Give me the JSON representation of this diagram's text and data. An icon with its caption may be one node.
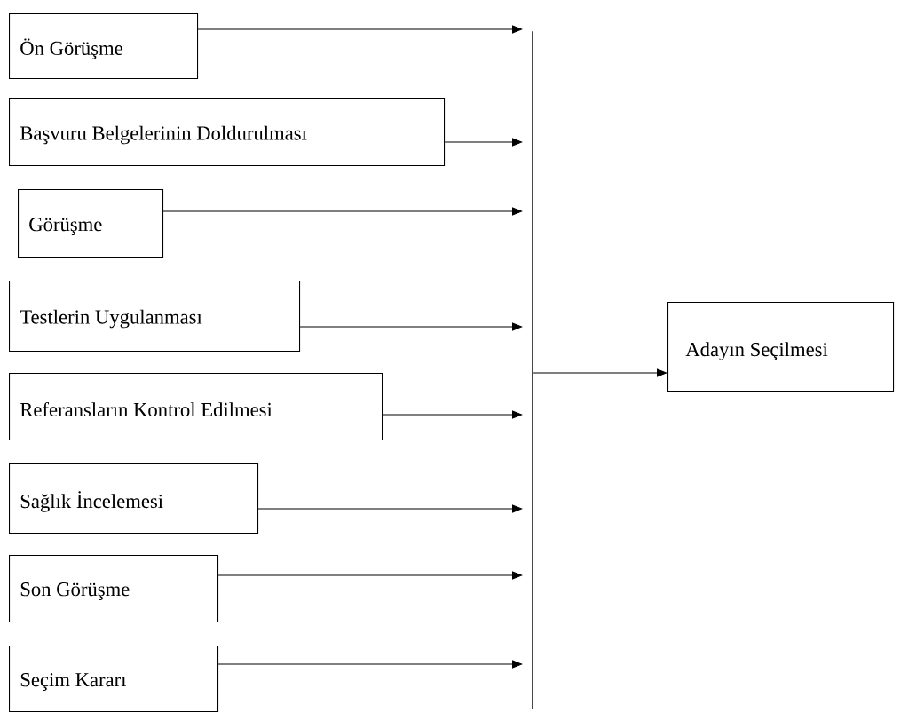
{
  "diagram": {
    "nodes": [
      {
        "text": [
          "Ön Görüşme"
        ]
      },
      {
        "text": [
          "Başvuru Belgelerinin Doldurulması"
        ]
      },
      {
        "text": [
          "Görüşme"
        ]
      },
      {
        "text": [
          "Testlerin Uygulanması"
        ]
      },
      {
        "text": [
          "Referansların Kontrol Edilmesi"
        ]
      },
      {
        "text": [
          "Sağlık İncelemesi"
        ]
      },
      {
        "text": [
          "Son Görüşme"
        ]
      },
      {
        "text": [
          "Seçim Kararı"
        ]
      },
      {
        "text": [],
        "shape": "bar"
      },
      {
        "text": [
          "Adayın Seçilmesi"
        ]
      }
    ],
    "edges": [
      {
        "from": 0,
        "to": 8,
        "arrow": "to"
      },
      {
        "from": 1,
        "to": 8,
        "arrow": "to"
      },
      {
        "from": 2,
        "to": 8,
        "arrow": "to"
      },
      {
        "from": 3,
        "to": 8,
        "arrow": "to"
      },
      {
        "from": 4,
        "to": 8,
        "arrow": "to"
      },
      {
        "from": 5,
        "to": 8,
        "arrow": "to"
      },
      {
        "from": 6,
        "to": 8,
        "arrow": "to"
      },
      {
        "from": 7,
        "to": 8,
        "arrow": "to"
      },
      {
        "from": 8,
        "to": 9,
        "arrow": "to"
      }
    ]
  }
}
